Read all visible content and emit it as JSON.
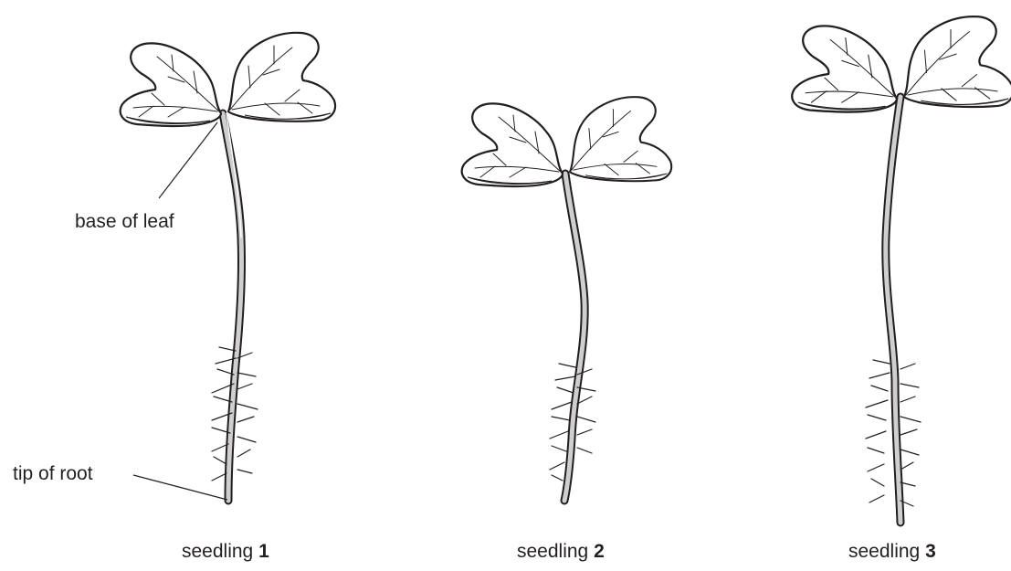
{
  "labels": {
    "base_of_leaf": "base of leaf",
    "tip_of_root": "tip of root"
  },
  "seedlings": [
    {
      "word": "seedling",
      "number": "1"
    },
    {
      "word": "seedling",
      "number": "2"
    },
    {
      "word": "seedling",
      "number": "3"
    }
  ],
  "colors": {
    "outline": "#231f20",
    "shading": "#cfcfcf",
    "background": "#ffffff"
  }
}
